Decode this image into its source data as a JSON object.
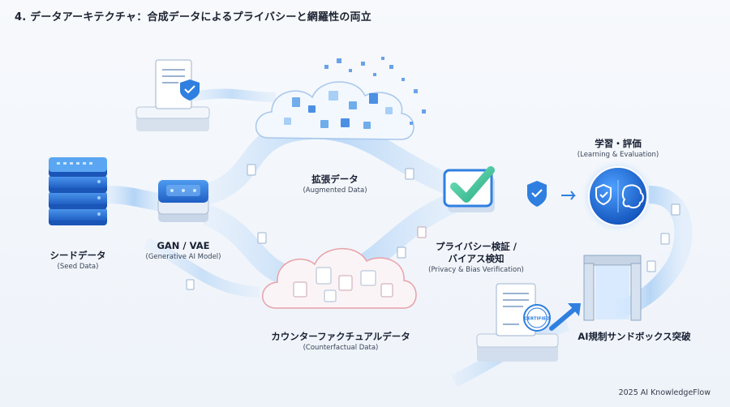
{
  "title": "4. データアーキテクチャ：合成データによるプライバシーと網羅性の両立",
  "nodes": {
    "seed": {
      "label": "シードデータ",
      "sub": "(Seed Data)"
    },
    "generator": {
      "label": "GAN / VAE",
      "sub": "(Generative AI Model)"
    },
    "augmented": {
      "label": "拡張データ",
      "sub": "(Augmented Data)"
    },
    "counterfactual": {
      "label": "カウンターファクチュアルデータ",
      "sub": "(Counterfactual Data)"
    },
    "verification": {
      "label_line1": "プライバシー検証 /",
      "label_line2": "バイアス検知",
      "sub": "(Privacy & Bias Verification)"
    },
    "learning": {
      "label": "学習・評価",
      "sub": "(Learning & Evaluation)"
    },
    "sandbox": {
      "label": "AI規制サンドボックス突破"
    }
  },
  "stamp": "CERTIFIED",
  "footer": "2025 AI KnowledgeFlow",
  "colors": {
    "accent": "#2f7fe0",
    "flow": "#9cc8f5",
    "check": "#3cc9a0",
    "red_cloud": "#e8a0a8"
  }
}
